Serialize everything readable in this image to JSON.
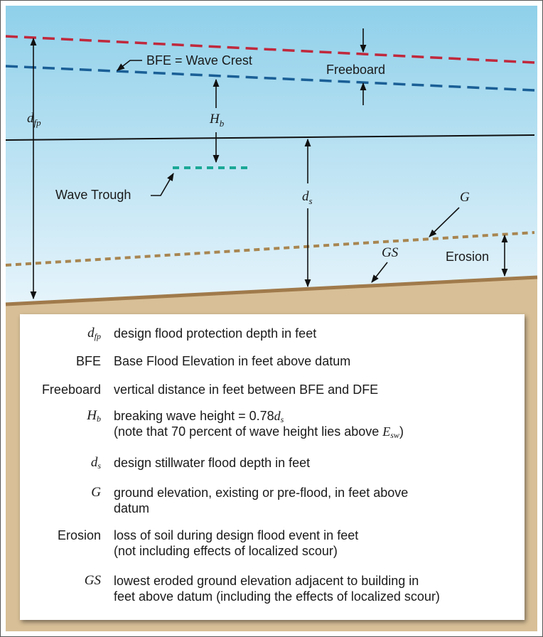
{
  "colors": {
    "sky_top": "#8fd0ea",
    "sky_bottom": "#e6f4fb",
    "ground": "#d8bf97",
    "ground_line": "#a07a4b",
    "dfe_line": "#c0283c",
    "bfe_line": "#1a5f96",
    "trough_line": "#1ba896",
    "ground_dotted": "#a88550",
    "stillwater_line": "#111111"
  },
  "diagram": {
    "bfe_label": "BFE = Wave Crest",
    "freeboard_label": "Freeboard",
    "dfp_symbol": "d",
    "dfp_sub": "fp",
    "hb_symbol": "H",
    "hb_sub": "b",
    "trough_label": "Wave Trough",
    "ds_symbol": "d",
    "ds_sub": "s",
    "g_label": "G",
    "gs_label": "GS",
    "erosion_label": "Erosion"
  },
  "legend": {
    "dfp": {
      "term": "d",
      "term_sub": "fp",
      "desc": "design flood protection depth in feet"
    },
    "bfe": {
      "term": "BFE",
      "desc": "Base Flood Elevation in feet above datum"
    },
    "freeboard": {
      "term": "Freeboard",
      "desc": "vertical distance in feet between BFE and DFE"
    },
    "hb": {
      "term": "H",
      "term_sub": "b",
      "desc_a": "breaking wave height = 0.78",
      "desc_a_sym": "d",
      "desc_a_sub": "s",
      "desc_b": "(note that 70 percent of wave height lies above ",
      "desc_b_sym": "E",
      "desc_b_sub": "sw",
      "desc_b_end": ")"
    },
    "ds": {
      "term": "d",
      "term_sub": "s",
      "desc": "design stillwater flood depth in feet"
    },
    "g": {
      "term": "G",
      "desc_a": "ground elevation, existing or pre-flood, in feet above",
      "desc_b": "datum"
    },
    "erosion": {
      "term": "Erosion",
      "desc_a": "loss of soil during design flood event in feet",
      "desc_b": "(not including effects of localized scour)"
    },
    "gs": {
      "term": "GS",
      "desc_a": "lowest eroded ground elevation adjacent to building in",
      "desc_b": "feet above datum (including the effects of localized scour)"
    }
  }
}
